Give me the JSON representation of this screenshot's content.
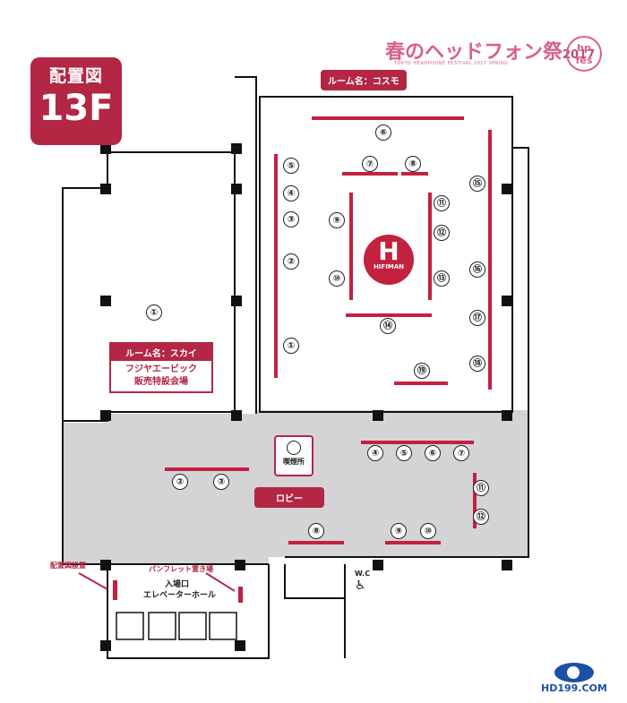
{
  "badge": {
    "title": "配置図",
    "floor": "13F"
  },
  "event": {
    "name": "春のヘッドフォン祭",
    "year": "2017",
    "subtitle": "TOKYO HEADPHONE FESTIVAL 2017 SPRING",
    "logo_text": "hp fes"
  },
  "rooms": {
    "cosmo": {
      "label": "ルーム名：コスモ"
    },
    "sky": {
      "label": "ルーム名：スカイ",
      "desc1": "フジヤエービック",
      "desc2": "販売特設会場"
    }
  },
  "labels": {
    "lobby": "ロビー",
    "smoking": "喫煙所",
    "wc": "W.C",
    "map_post": "配置図設置",
    "pamphlet": "パンフレット置き場",
    "entrance1": "入場口",
    "entrance2": "エレベーターホール"
  },
  "brand": {
    "hifiman": "HIFIMAN",
    "watermark": "HD199.COM"
  },
  "booths": {
    "sky": [
      "①"
    ],
    "cosmo": [
      "①",
      "②",
      "③",
      "④",
      "⑤",
      "⑥",
      "⑦",
      "⑧",
      "⑨",
      "⑩",
      "⑪",
      "⑫",
      "⑬",
      "⑭",
      "⑮",
      "⑯",
      "⑰",
      "⑱",
      "⑲"
    ],
    "lobby": [
      "②",
      "③",
      "④",
      "⑤",
      "⑥",
      "⑦",
      "⑧",
      "⑨",
      "⑩",
      "⑪",
      "⑫"
    ]
  },
  "colors": {
    "accent": "#b32644",
    "lobby_fill": "#d4d4d6",
    "wall": "#111111",
    "logo_pink": "#d9608a"
  }
}
